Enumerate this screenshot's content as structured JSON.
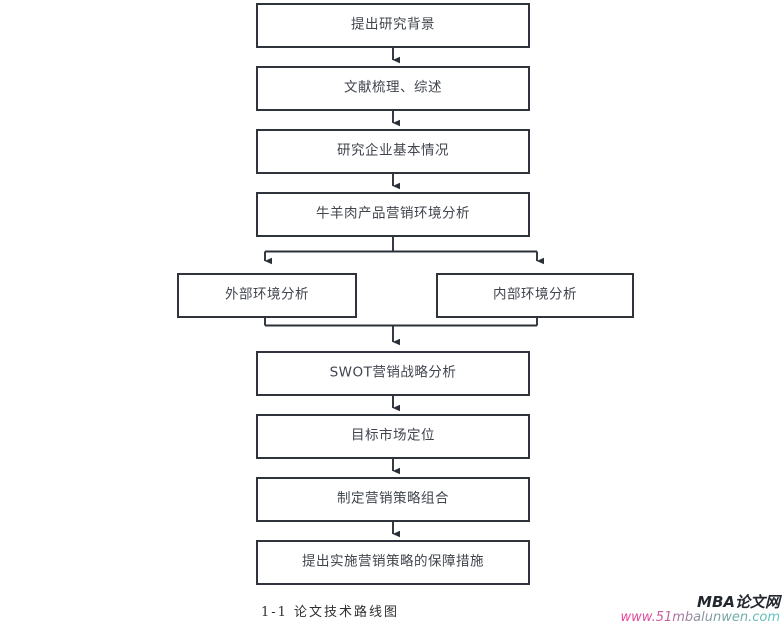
{
  "figure": {
    "caption": "1-1  论文技术路线图",
    "stroke_color": "#2e333c",
    "text_color": "#40454d",
    "background": "#ffffff"
  },
  "nodes": {
    "n1": {
      "label": "提出研究背景"
    },
    "n2": {
      "label": "文献梳理、综述"
    },
    "n3": {
      "label": "研究企业基本情况"
    },
    "n4": {
      "label": "牛羊肉产品营销环境分析"
    },
    "n5": {
      "label": "外部环境分析"
    },
    "n6": {
      "label": "内部环境分析"
    },
    "n7": {
      "label": "SWOT营销战略分析"
    },
    "n8": {
      "label": "目标市场定位"
    },
    "n9": {
      "label": "制定营销策略组合"
    },
    "n10": {
      "label": "提出实施营销策略的保障措施"
    }
  },
  "watermark": {
    "brand": "MBA论文网",
    "url": "www.51mbalunwen.com",
    "brand_color": "#23272e",
    "url_gradient_start": "#ec3f96",
    "url_gradient_end": "#57c9c2"
  }
}
